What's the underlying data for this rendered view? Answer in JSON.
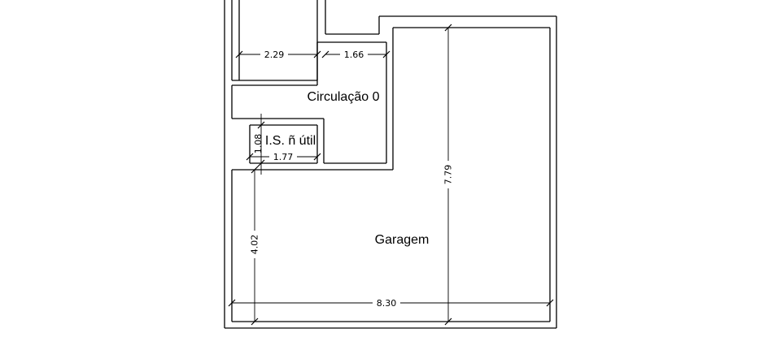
{
  "rooms": {
    "circulacao": "Circulação 0",
    "is": "I.S. ñ útil",
    "garagem": "Garagem"
  },
  "dimensions": {
    "d229": "2.29",
    "d166": "1.66",
    "d108": "1.08",
    "d177": "1.77",
    "d779": "7.79",
    "d402": "4.02",
    "d830": "8.30"
  }
}
